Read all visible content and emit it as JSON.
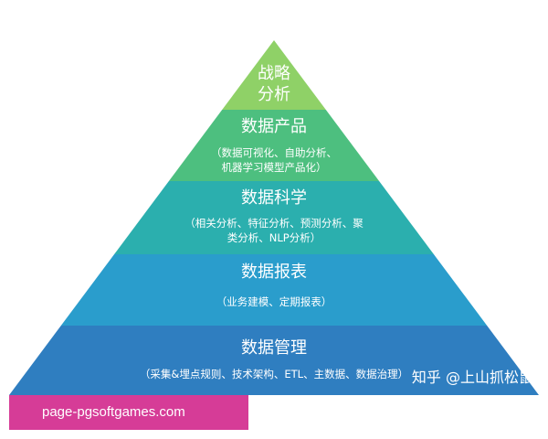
{
  "levels": [
    {
      "title_lines": [
        "战略",
        "分析"
      ],
      "sub_lines": [],
      "color": "#8fd167"
    },
    {
      "title_lines": [
        "数据产品"
      ],
      "sub_lines": [
        "（数据可视化、自助分析、",
        "机器学习模型产品化）"
      ],
      "color": "#4dbf7f"
    },
    {
      "title_lines": [
        "数据科学"
      ],
      "sub_lines": [
        "（相关分析、特征分析、预测分析、聚",
        "类分析、NLP分析）"
      ],
      "color": "#2bafae"
    },
    {
      "title_lines": [
        "数据报表"
      ],
      "sub_lines": [
        "（业务建模、定期报表）"
      ],
      "color": "#2a9dcc"
    },
    {
      "title_lines": [
        "数据管理"
      ],
      "sub_lines": [
        "（采集&埋点规则、技术架构、ETL、主数据、数据治理）"
      ],
      "color": "#2f7ec0"
    }
  ],
  "watermark": "知乎 @上山抓松鼠",
  "site_banner": "page-pgsoftgames.com"
}
